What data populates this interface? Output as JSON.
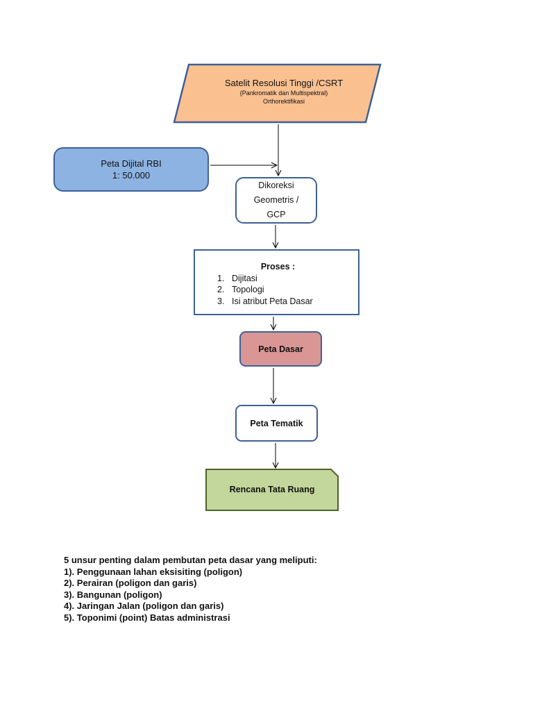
{
  "nodes": {
    "satellite": {
      "title": "Satelit Resolusi Tinggi /CSRT",
      "line2": "(Pankromatik dan Multispektral)",
      "line3": "Orthorektifikasi",
      "fill": "#fac090",
      "stroke": "#3e6096"
    },
    "rbi": {
      "line1": "Peta Dijital RBI",
      "line2": "1: 50.000",
      "fill": "#8db3e2"
    },
    "koreksi": {
      "line1": "Dikoreksi",
      "line2": "Geometris /",
      "line3": "GCP"
    },
    "proses": {
      "title": "Proses :",
      "items": [
        {
          "num": "1.",
          "label": "Dijitasi"
        },
        {
          "num": "2.",
          "label": "Topologi"
        },
        {
          "num": "3.",
          "label": "Isi atribut Peta Dasar"
        }
      ]
    },
    "peta_dasar": {
      "label": "Peta Dasar",
      "fill": "#d99694"
    },
    "peta_tematik": {
      "label": "Peta Tematik"
    },
    "rencana": {
      "label": "Rencana Tata Ruang",
      "fill": "#c3d69b",
      "stroke": "#4f6128"
    }
  },
  "notes": [
    "5 unsur penting dalam pembutan peta dasar yang meliputi:",
    "1). Penggunaan lahan eksisiting (poligon)",
    "2). Perairan (poligon dan garis)",
    "3). Bangunan (poligon)",
    "4). Jaringan Jalan (poligon dan garis)",
    "5). Toponimi (point) Batas administrasi"
  ]
}
